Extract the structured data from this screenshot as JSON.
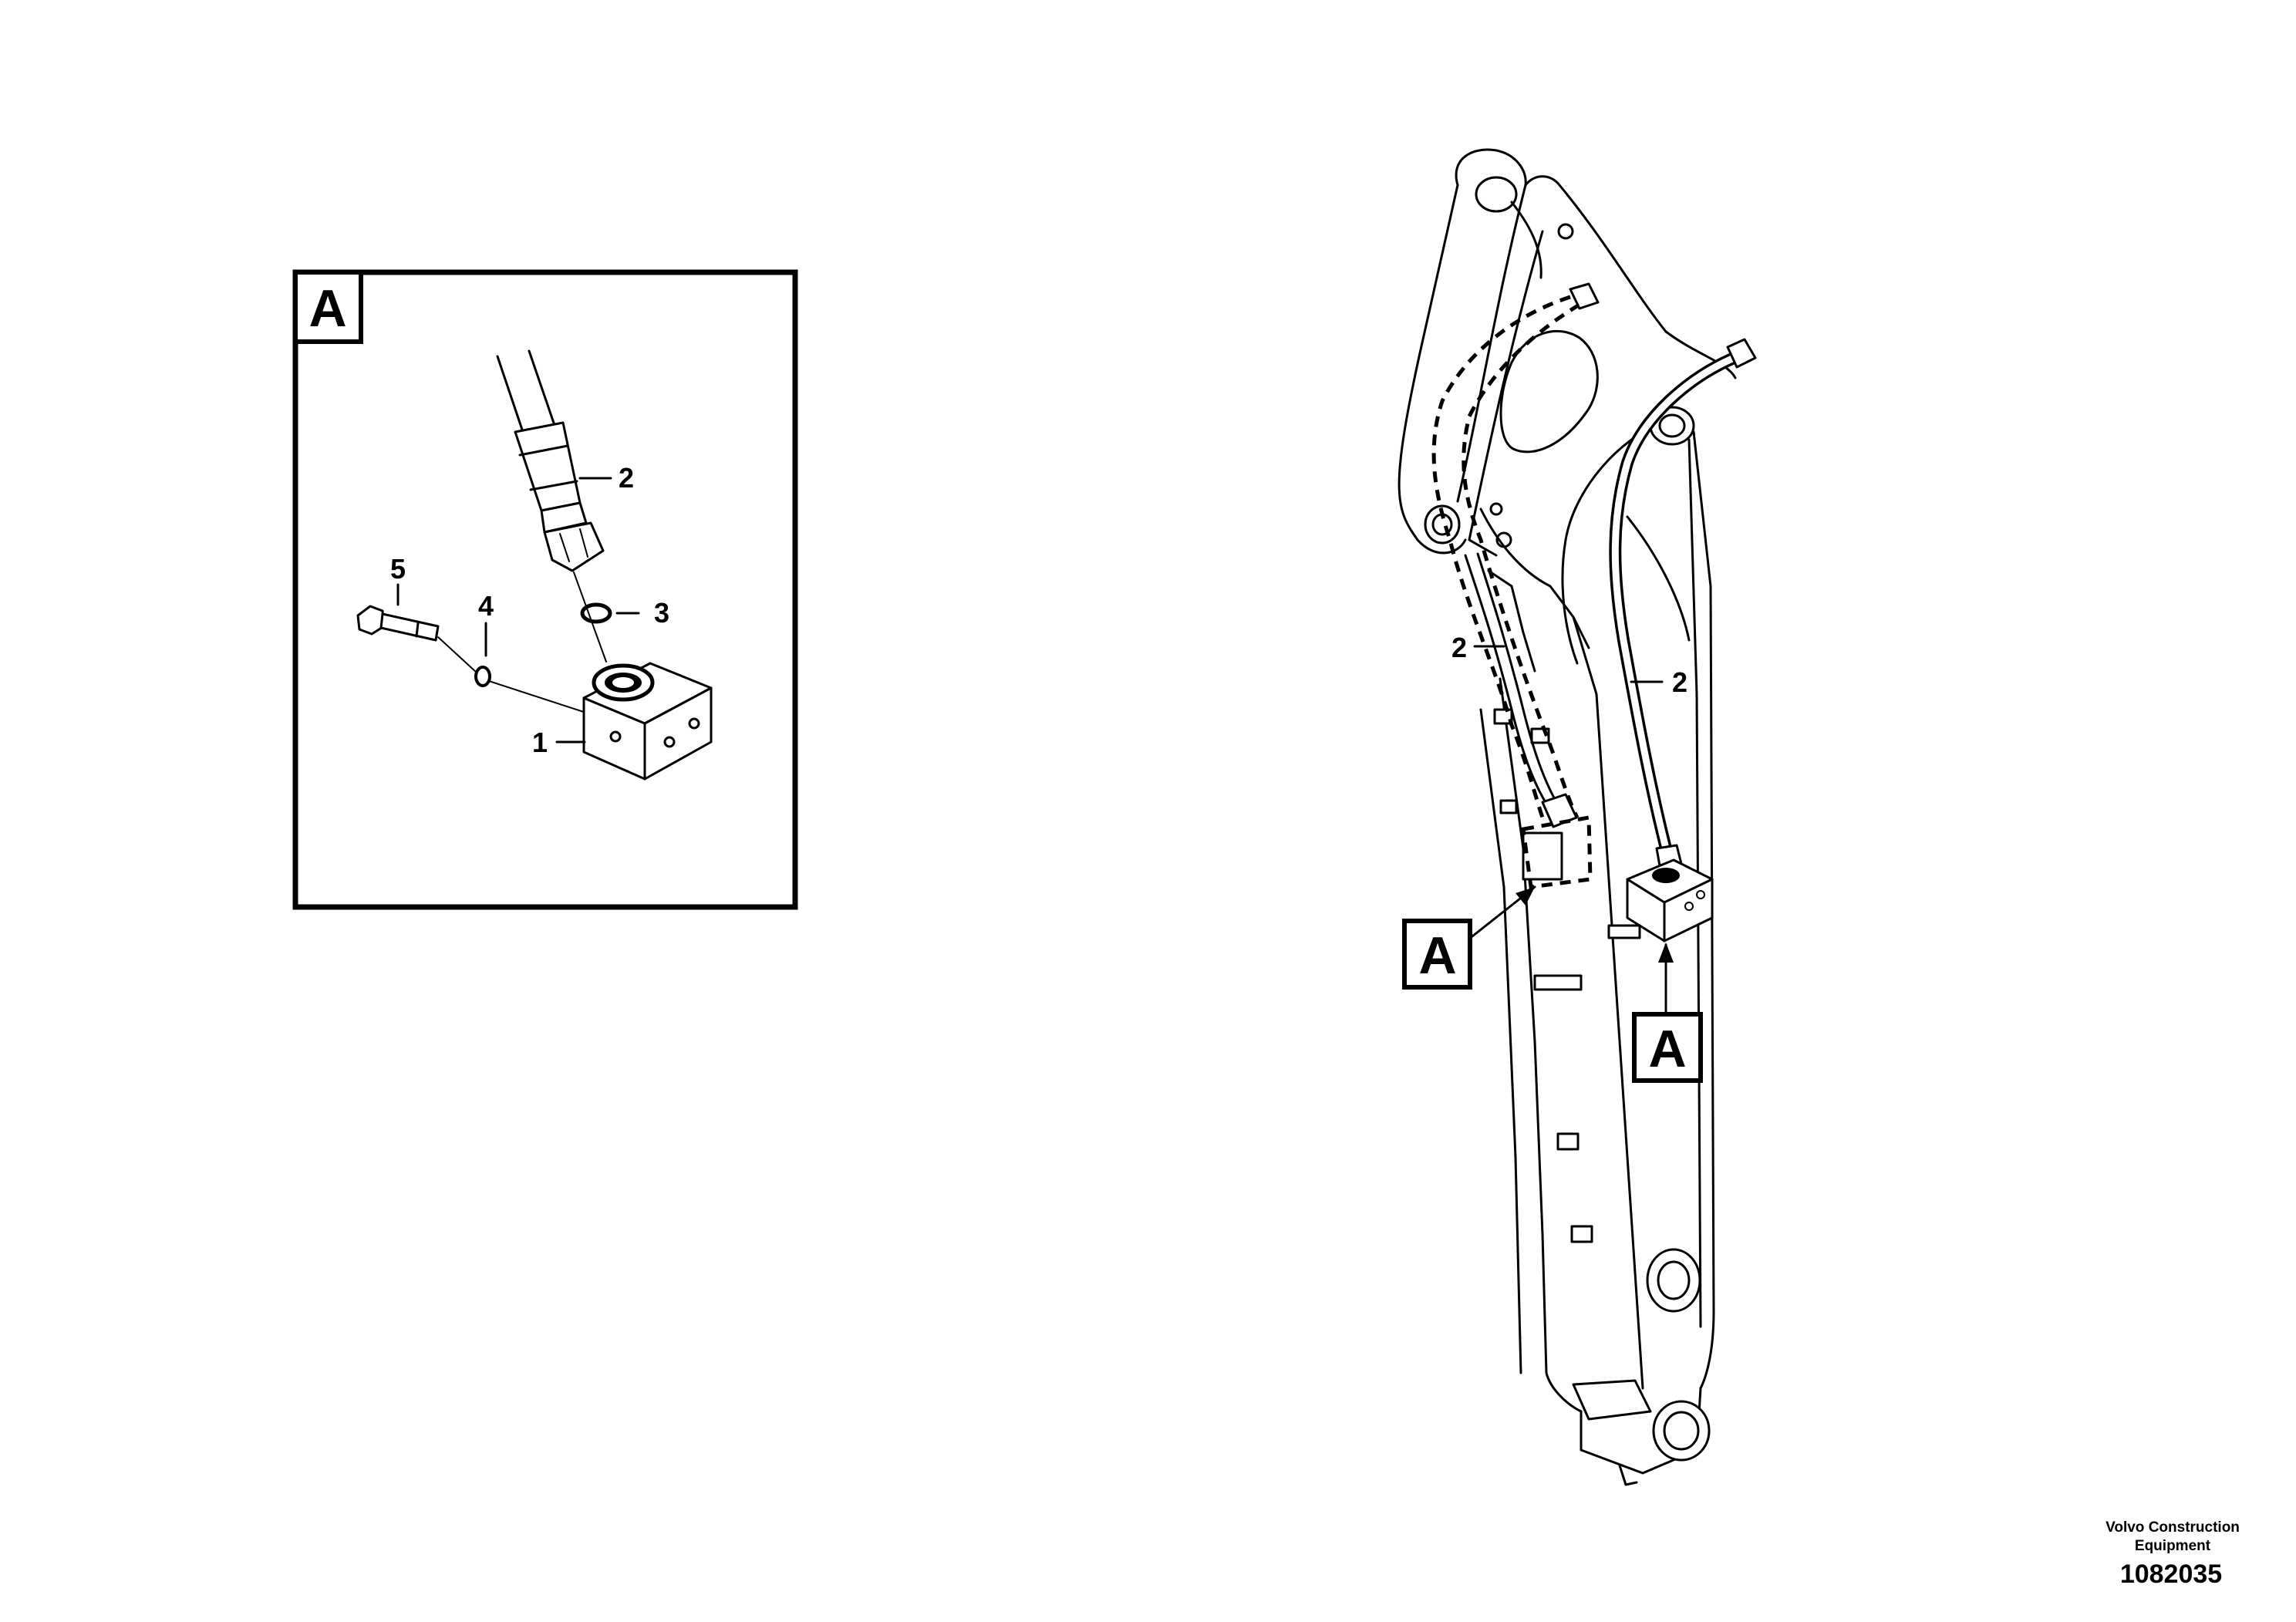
{
  "detail": {
    "label": "A",
    "callouts": {
      "c1": "1",
      "c2": "2",
      "c3": "3",
      "c4": "4",
      "c5": "5"
    }
  },
  "main": {
    "callouts": {
      "hose_left": "2",
      "hose_right": "2"
    },
    "refs": {
      "left": "A",
      "right": "A"
    }
  },
  "footer": {
    "credit_line1": "Volvo Construction",
    "credit_line2": "Equipment",
    "doc_number": "1082035"
  }
}
